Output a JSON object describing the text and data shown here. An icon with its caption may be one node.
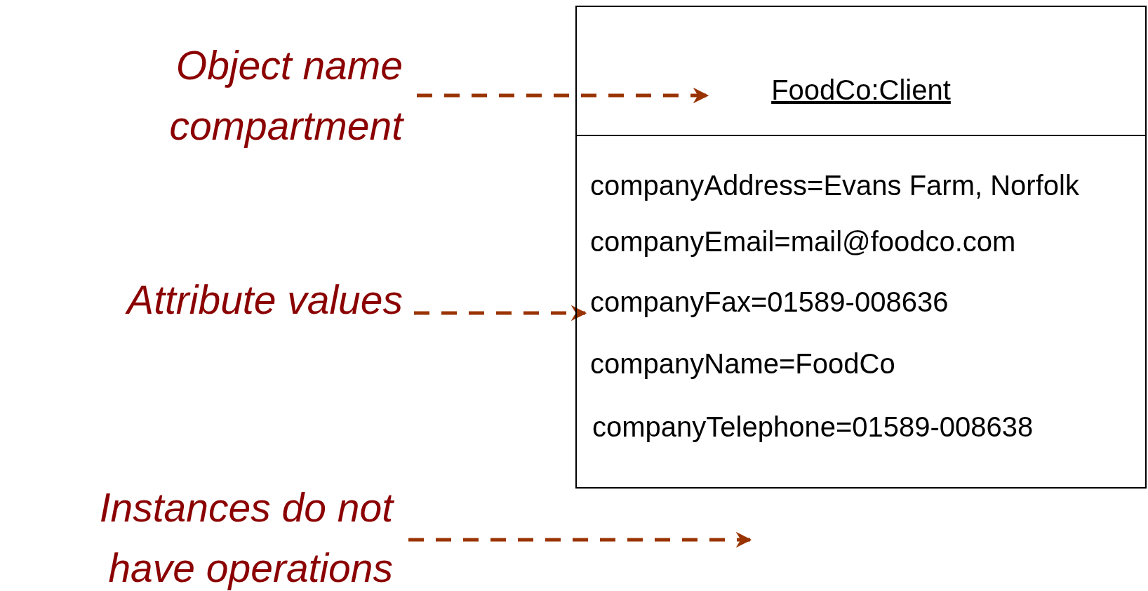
{
  "diagram": {
    "nodes": [
      {
        "text": [
          "Object name compartment"
        ]
      },
      {
        "text": [],
        "shape": "box"
      },
      {
        "text": [
          "FoodCo:Client"
        ],
        "in": 1
      },
      {
        "text": [
          "companyAddress=Evans Farm, Norfolk",
          "companyEmail=mail@foodco.com",
          "companyFax=01589-008636",
          "companyName=FoodCo",
          "companyTelephone=01589-008638"
        ],
        "in": 1
      },
      {
        "text": [
          "Attribute values"
        ]
      },
      {
        "text": [
          "Instances do not have operations"
        ]
      }
    ],
    "edges": [
      {
        "from": 0,
        "to": 2,
        "arrow": "to",
        "style": "dashed"
      },
      {
        "from": 4,
        "to": 3,
        "arrow": "to",
        "style": "dashed"
      },
      {
        "from": 5,
        "to": null,
        "arrow": "to",
        "style": "dashed"
      }
    ]
  }
}
